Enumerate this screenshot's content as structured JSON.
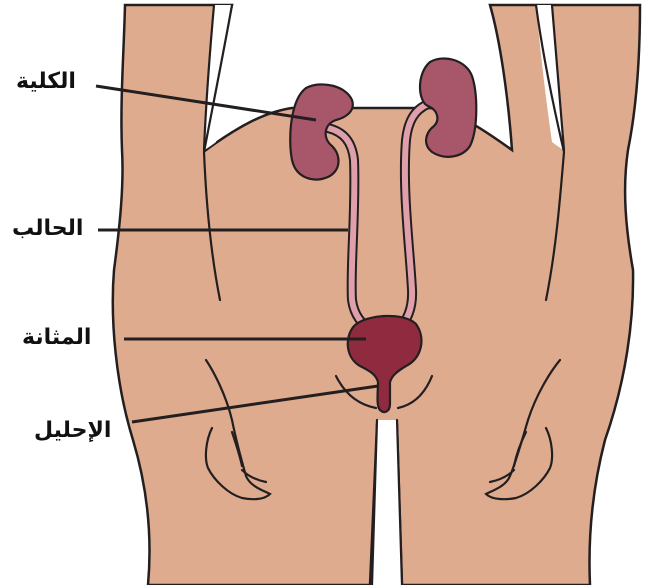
{
  "labels": {
    "kidney": "الكلية",
    "ureter": "الحالب",
    "bladder": "المثانة",
    "urethra": "الإحليل"
  },
  "colors": {
    "skin": "#dfab8f",
    "outline": "#231f20",
    "kidney": "#a8566a",
    "ureter": "#dfa0ab",
    "bladder": "#8f2a3f",
    "background": "#ffffff"
  }
}
